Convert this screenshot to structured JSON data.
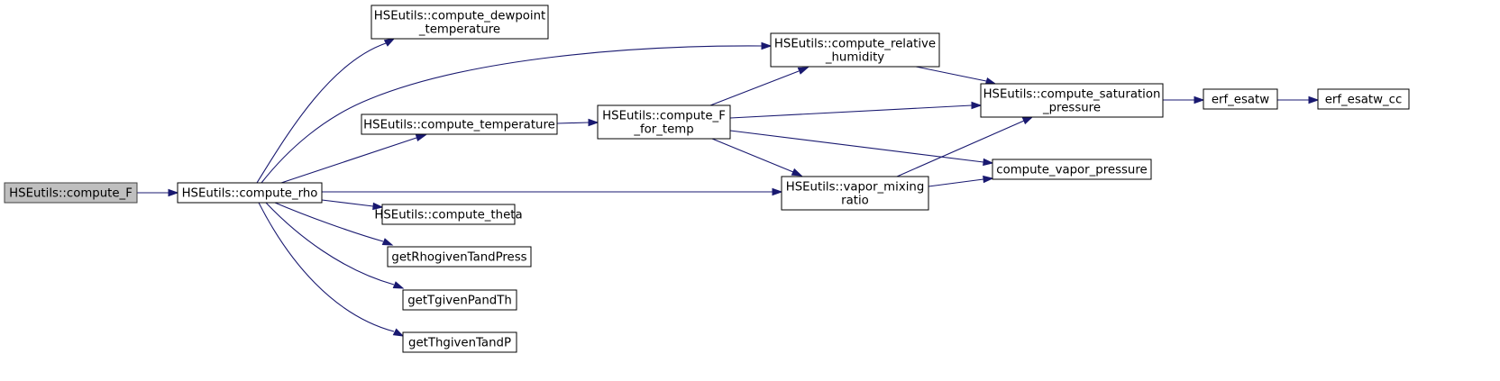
{
  "title": "Call graph of HSEutils::compute_F",
  "colors": {
    "edge": "#191970",
    "root_fill": "#bfbfbf",
    "node_fill": "#ffffff",
    "border": "#000000"
  },
  "nodes": [
    {
      "id": "compute_F",
      "lines": [
        "HSEutils::compute_F"
      ],
      "root": true
    },
    {
      "id": "compute_rho",
      "lines": [
        "HSEutils::compute_rho"
      ]
    },
    {
      "id": "compute_dewpoint_temperature",
      "lines": [
        "HSEutils::compute_dewpoint",
        "_temperature"
      ]
    },
    {
      "id": "compute_temperature",
      "lines": [
        "HSEutils::compute_temperature"
      ]
    },
    {
      "id": "compute_theta",
      "lines": [
        "HSEutils::compute_theta"
      ]
    },
    {
      "id": "getRhogivenTandPress",
      "lines": [
        "getRhogivenTandPress"
      ]
    },
    {
      "id": "getTgivenPandTh",
      "lines": [
        "getTgivenPandTh"
      ]
    },
    {
      "id": "getThgivenTandP",
      "lines": [
        "getThgivenTandP"
      ]
    },
    {
      "id": "compute_F_for_temp",
      "lines": [
        "HSEutils::compute_F",
        "_for_temp"
      ]
    },
    {
      "id": "compute_relative_humidity",
      "lines": [
        "HSEutils::compute_relative",
        "_humidity"
      ]
    },
    {
      "id": "vapor_mixing_ratio",
      "lines": [
        "HSEutils::vapor_mixing",
        "ratio"
      ]
    },
    {
      "id": "compute_saturation_pressure",
      "lines": [
        "HSEutils::compute_saturation",
        "_pressure"
      ]
    },
    {
      "id": "compute_vapor_pressure",
      "lines": [
        "compute_vapor_pressure"
      ]
    },
    {
      "id": "erf_esatw",
      "lines": [
        "erf_esatw"
      ]
    },
    {
      "id": "erf_esatw_cc",
      "lines": [
        "erf_esatw_cc"
      ]
    }
  ],
  "edges": [
    {
      "from": "compute_F",
      "to": "compute_rho"
    },
    {
      "from": "compute_rho",
      "to": "compute_dewpoint_temperature"
    },
    {
      "from": "compute_rho",
      "to": "compute_relative_humidity"
    },
    {
      "from": "compute_rho",
      "to": "compute_temperature"
    },
    {
      "from": "compute_rho",
      "to": "vapor_mixing_ratio"
    },
    {
      "from": "compute_rho",
      "to": "compute_theta"
    },
    {
      "from": "compute_rho",
      "to": "getRhogivenTandPress"
    },
    {
      "from": "compute_rho",
      "to": "getTgivenPandTh"
    },
    {
      "from": "compute_rho",
      "to": "getThgivenTandP"
    },
    {
      "from": "compute_temperature",
      "to": "compute_F_for_temp"
    },
    {
      "from": "compute_F_for_temp",
      "to": "compute_relative_humidity"
    },
    {
      "from": "compute_F_for_temp",
      "to": "compute_saturation_pressure"
    },
    {
      "from": "compute_F_for_temp",
      "to": "compute_vapor_pressure"
    },
    {
      "from": "compute_F_for_temp",
      "to": "vapor_mixing_ratio"
    },
    {
      "from": "compute_relative_humidity",
      "to": "compute_saturation_pressure"
    },
    {
      "from": "vapor_mixing_ratio",
      "to": "compute_saturation_pressure"
    },
    {
      "from": "vapor_mixing_ratio",
      "to": "compute_vapor_pressure"
    },
    {
      "from": "compute_saturation_pressure",
      "to": "erf_esatw"
    },
    {
      "from": "erf_esatw",
      "to": "erf_esatw_cc"
    }
  ]
}
